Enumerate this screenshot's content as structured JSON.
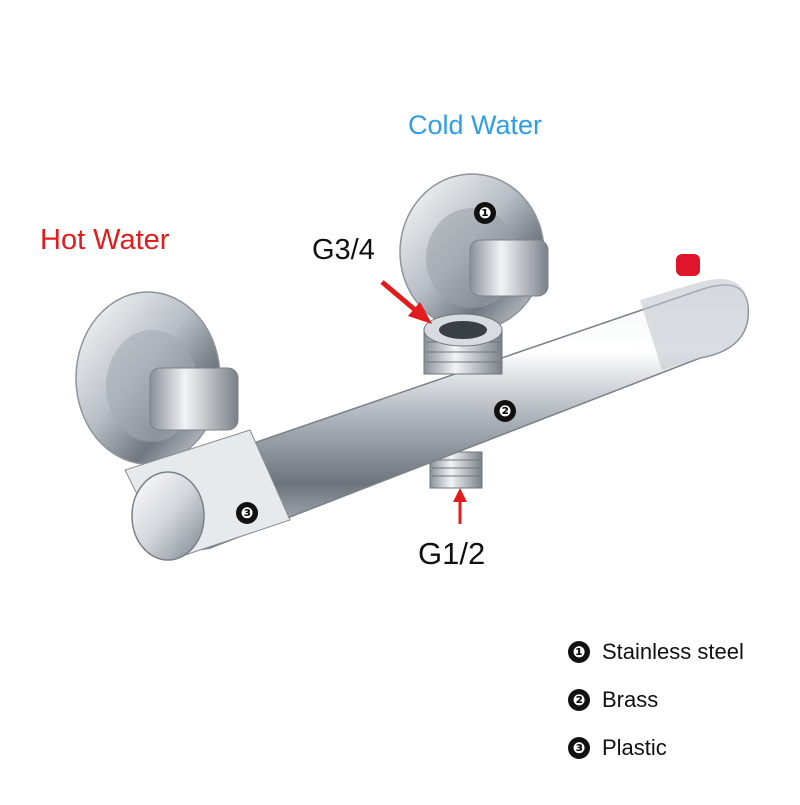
{
  "labels": {
    "cold_water": "Cold Water",
    "hot_water": "Hot Water",
    "outlet_top": "G3/4",
    "outlet_bottom": "G1/2"
  },
  "callouts": [
    "❶",
    "❷",
    "❸"
  ],
  "legend": [
    {
      "num": "❶",
      "text": "Stainless steel"
    },
    {
      "num": "❷",
      "text": "Brass"
    },
    {
      "num": "❸",
      "text": "Plastic"
    }
  ],
  "colors": {
    "hot": "#e21c1c",
    "cold": "#2e9fe6",
    "arrow": "#e21c1c",
    "chrome": "#c8ccd2",
    "knob": "#e0142a"
  }
}
